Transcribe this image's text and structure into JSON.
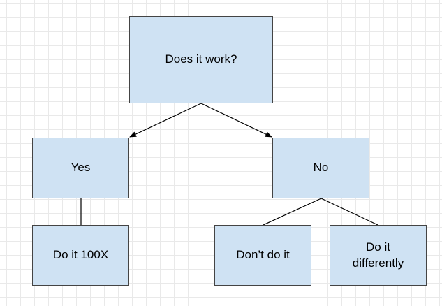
{
  "diagram": {
    "type": "decision-tree",
    "nodes": {
      "root": {
        "label": "Does it work?"
      },
      "yes": {
        "label": "Yes"
      },
      "no": {
        "label": "No"
      },
      "do_100x": {
        "label": "Do it 100X"
      },
      "dont": {
        "label": "Don’t do it"
      },
      "differently": {
        "label": "Do it differently"
      }
    },
    "edges": [
      {
        "from": "root",
        "to": "yes",
        "arrow": true
      },
      {
        "from": "root",
        "to": "no",
        "arrow": true
      },
      {
        "from": "yes",
        "to": "do_100x",
        "arrow": false
      },
      {
        "from": "no",
        "to": "dont",
        "arrow": false
      },
      {
        "from": "no",
        "to": "differently",
        "arrow": false
      }
    ],
    "colors": {
      "node_fill": "#cfe2f3",
      "node_border": "#444444",
      "edge": "#000000",
      "grid": "#e9e9e9"
    }
  }
}
